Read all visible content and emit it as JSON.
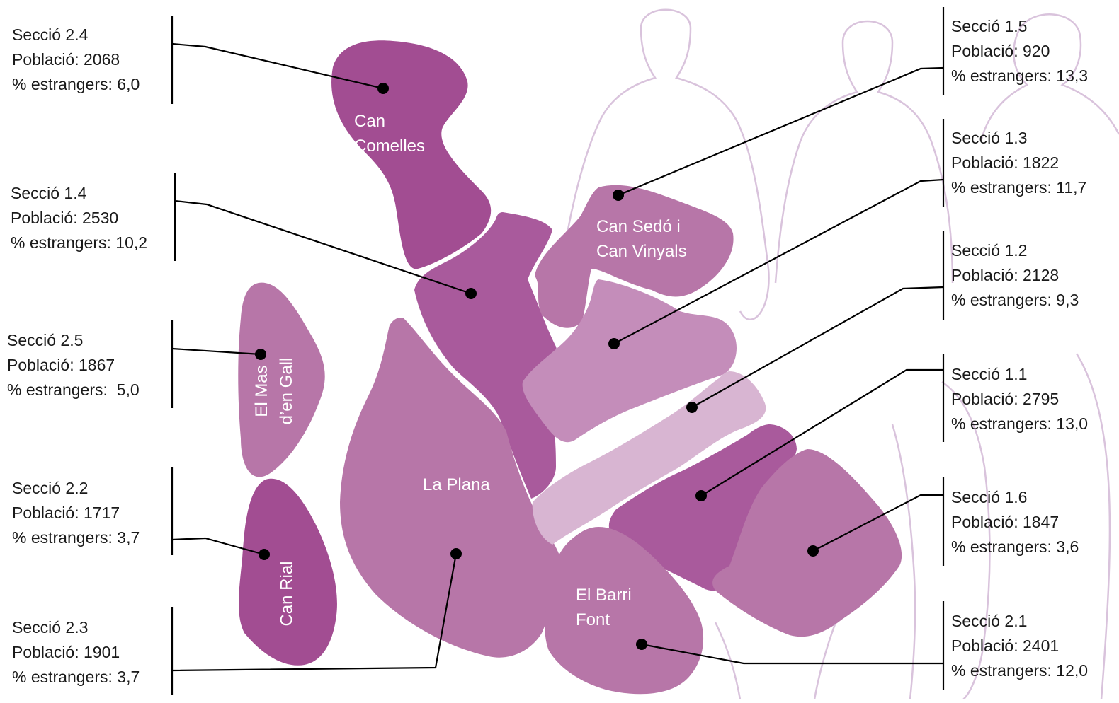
{
  "colors": {
    "darkest": "#a24d92",
    "dark": "#a95a9c",
    "medium": "#b776a8",
    "light": "#c48dba",
    "lightest": "#d8b5d2",
    "silhouette": "#d9c3dc",
    "leader": "#000000"
  },
  "sections": [
    {
      "id": "s24",
      "title": "Secció 2.4",
      "population": "Població: 2068",
      "foreigners": "% estrangers: 6,0"
    },
    {
      "id": "s14",
      "title": "Secció 1.4",
      "population": "Població: 2530",
      "foreigners": "% estrangers: 10,2"
    },
    {
      "id": "s25",
      "title": "Secció 2.5",
      "population": "Població: 1867",
      "foreigners": "% estrangers:  5,0"
    },
    {
      "id": "s22",
      "title": "Secció 2.2",
      "population": "Població: 1717",
      "foreigners": "% estrangers: 3,7"
    },
    {
      "id": "s23",
      "title": "Secció 2.3",
      "population": "Població: 1901",
      "foreigners": "% estrangers: 3,7"
    },
    {
      "id": "s15",
      "title": "Secció 1.5",
      "population": "Població: 920",
      "foreigners": "% estrangers: 13,3"
    },
    {
      "id": "s13",
      "title": "Secció 1.3",
      "population": "Població: 1822",
      "foreigners": "% estrangers: 11,7"
    },
    {
      "id": "s12",
      "title": "Secció 1.2",
      "population": "Població: 2128",
      "foreigners": "% estrangers: 9,3"
    },
    {
      "id": "s11",
      "title": "Secció 1.1",
      "population": "Població: 2795",
      "foreigners": "% estrangers: 13,0"
    },
    {
      "id": "s16",
      "title": "Secció 1.6",
      "population": "Població: 1847",
      "foreigners": "% estrangers: 3,6"
    },
    {
      "id": "s21",
      "title": "Secció 2.1",
      "population": "Població: 2401",
      "foreigners": "% estrangers: 12,0"
    }
  ],
  "neighbourhoods": {
    "can_comelles": [
      "Can",
      "Comelles"
    ],
    "can_sedo": [
      "Can Sedó i",
      "Can Vinyals"
    ],
    "la_plana": "La Plana",
    "el_mas": [
      "El Mas",
      "d’en Gall"
    ],
    "can_rial": "Can Rial",
    "el_barri_font": [
      "El Barri",
      "Font"
    ]
  }
}
